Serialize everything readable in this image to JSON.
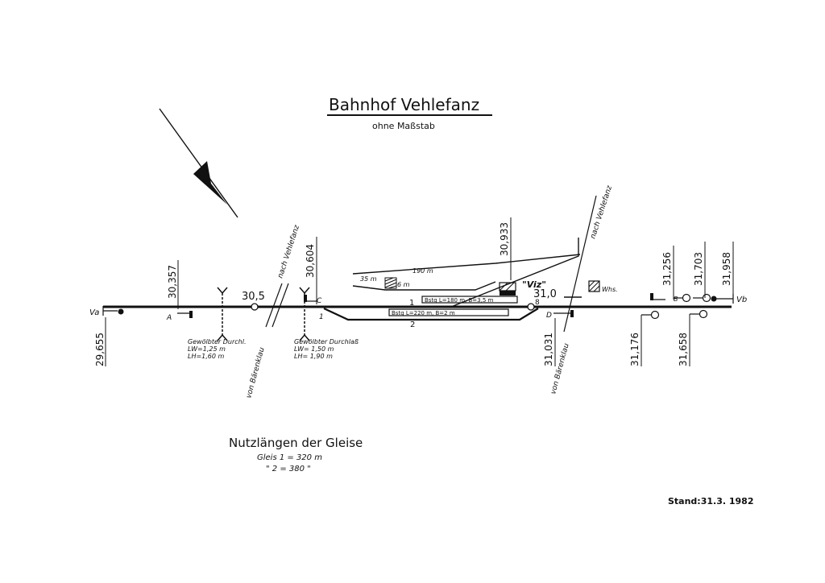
{
  "title": "Bahnhof Vehlefanz",
  "subtitle": "ohne Maßstab",
  "labels": {
    "va": "Va",
    "vb": "Vb",
    "sig_a": "A",
    "sig_b": "B",
    "sig_c": "C",
    "sig_d": "D",
    "track1": "1",
    "track2": "2",
    "track1_switch": "1",
    "track8": "8",
    "viz": "\"Viz\"",
    "whs": "Whs.",
    "bstg1": "Bstg  L=180 m, B=3,5 m",
    "bstg2": "Bstg  L=220 m, B=2 m",
    "dim_35m": "35 m",
    "dim_190m": "190 m",
    "dim_6m": "6 m",
    "nach_vehlefanz_left": "nach Vehlefanz",
    "von_baerenklau_left": "von Bärenklau",
    "nach_vehlefanz_right": "nach Vehlefanz",
    "von_baerenklau_right": "von Bärenklau",
    "dp_30_5": "30,5",
    "dp_31_0": "31,0"
  },
  "kilometers": {
    "km_29655": "29,655",
    "km_30357": "30,357",
    "km_30604": "30,604",
    "km_30933": "30,933",
    "km_31031": "31,031",
    "km_31176": "31,176",
    "km_31256": "31,256",
    "km_31658": "31,658",
    "km_31703": "31,703",
    "km_31958": "31,958"
  },
  "culverts": {
    "left": {
      "title": "Gewölbter Durchl.",
      "lw": "LW=1,25 m",
      "lh": "LH=1,60 m"
    },
    "right": {
      "title": "Gewölbter Durchlaß",
      "lw": "LW= 1,50 m",
      "lh": "LH= 1,90 m"
    }
  },
  "nutzlaengen": {
    "heading": "Nutzlängen der Gleise",
    "row1": "Gleis  1 = 320 m",
    "row2": "\"      2 = 380 \""
  },
  "stand": "Stand:31.3. 1982"
}
